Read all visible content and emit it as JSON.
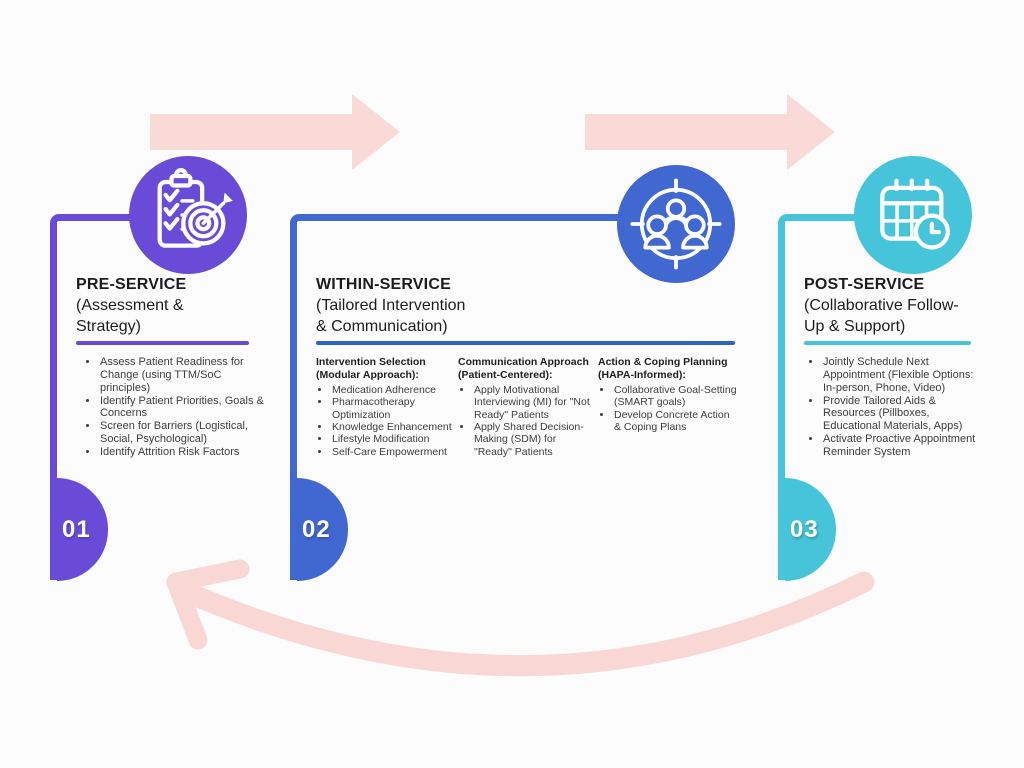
{
  "colors": {
    "purple": "#6a4bd8",
    "blue": "#4168d0",
    "teal": "#46c4d9",
    "pink_arrow": "#f9dad7",
    "background": "#fdfcfd"
  },
  "phases": [
    {
      "number": "01",
      "title": "PRE-SERVICE",
      "subtitle": "(Assessment &\nStrategy)",
      "icon": "clipboard-checklist-target-icon",
      "bullets": [
        "Assess Patient Readiness for Change (using TTM/SoC principles)",
        "Identify Patient Priorities, Goals & Concerns",
        "Screen for Barriers (Logistical, Social, Psychological)",
        "Identify Attrition Risk Factors"
      ]
    },
    {
      "number": "02",
      "title": "WITHIN-SERVICE",
      "subtitle": "(Tailored Intervention\n& Communication)",
      "icon": "team-target-icon",
      "columns": [
        {
          "heading": "Intervention Selection\n(Modular Approach):",
          "bullets": [
            "Medication Adherence",
            "Pharmacotherapy Optimization",
            "Knowledge Enhancement",
            "Lifestyle Modification",
            "Self-Care Empowerment"
          ]
        },
        {
          "heading": "Communication Approach\n(Patient-Centered):",
          "bullets": [
            "Apply Motivational Interviewing (MI) for \"Not Ready\" Patients",
            "Apply Shared Decision-Making (SDM) for \"Ready\" Patients"
          ]
        },
        {
          "heading": "Action & Coping Planning\n(HAPA-Informed):",
          "bullets": [
            "Collaborative Goal-Setting (SMART goals)",
            "Develop Concrete Action & Coping Plans"
          ]
        }
      ]
    },
    {
      "number": "03",
      "title": "POST-SERVICE",
      "subtitle": "(Collaborative Follow-\nUp & Support)",
      "icon": "calendar-clock-icon",
      "bullets": [
        "Jointly Schedule Next Appointment (Flexible Options: In-person, Phone, Video)",
        "Provide Tailored Aids & Resources (Pillboxes, Educational Materials, Apps)",
        "Activate Proactive Appointment Reminder System"
      ]
    }
  ]
}
